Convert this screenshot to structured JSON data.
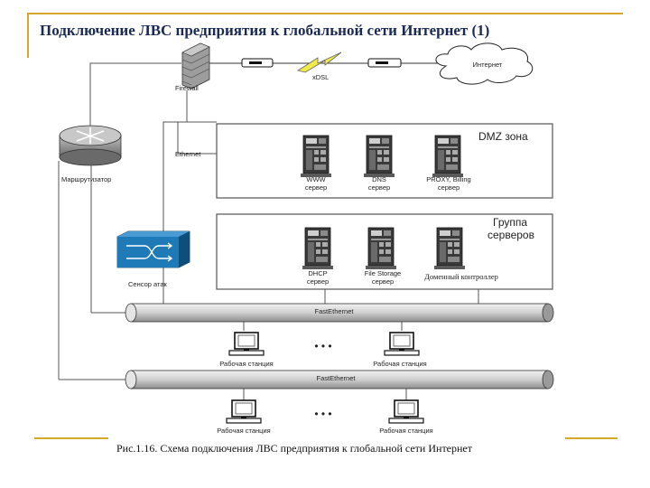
{
  "title": "Подключение ЛВС предприятия к глобальной сети Интернет  (1)",
  "caption": "Рис.1.16. Схема подключения ЛВС предприятия к глобальной сети Интернет",
  "firewall_label": "Firewall",
  "xdsl_label": "xDSL",
  "internet_label": "Интернет",
  "router_label": "Маршрутизатор",
  "ethernet_label": "Ethernet",
  "ids_label": "Сенсор атак",
  "dmz": {
    "title": "DMZ зона",
    "servers": [
      {
        "line1": "WWW",
        "line2": "сервер"
      },
      {
        "line1": "DNS",
        "line2": "сервер"
      },
      {
        "line1": "PROXY, Billing",
        "line2": "сервер"
      }
    ]
  },
  "server_group": {
    "title_line1": "Группа",
    "title_line2": "серверов",
    "servers": [
      {
        "line1": "DHCP",
        "line2": "сервер"
      },
      {
        "line1": "File Storage",
        "line2": "сервер"
      },
      {
        "line1": "Доменный контроллер",
        "line2": ""
      }
    ]
  },
  "bus1_label": "FastEthernet",
  "bus2_label": "FastEthernet",
  "workstations_row1": [
    "Рабочая станция",
    "Рабочая станция"
  ],
  "workstations_row2": [
    "Рабочая станция",
    "Рабочая станция"
  ],
  "ellipsis_dots": "• • •"
}
